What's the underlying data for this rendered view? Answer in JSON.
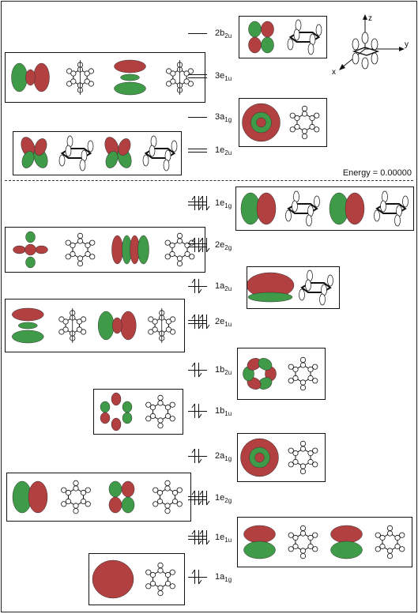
{
  "energy_label": "Energy = 0.00000",
  "axes": {
    "x": "x",
    "y": "y",
    "z": "z"
  },
  "colors": {
    "positive": "#b34040",
    "negative": "#3f9b48",
    "outline": "#111111"
  },
  "levels": [
    {
      "id": "2b2u",
      "name": "2b",
      "sub": "2u",
      "type": "virtual",
      "electrons": 0,
      "degenerate": false
    },
    {
      "id": "3e1u",
      "name": "3e",
      "sub": "1u",
      "type": "virtual",
      "electrons": 0,
      "degenerate": true
    },
    {
      "id": "3a1g",
      "name": "3a",
      "sub": "1g",
      "type": "virtual",
      "electrons": 0,
      "degenerate": false
    },
    {
      "id": "1e2u",
      "name": "1e",
      "sub": "2u",
      "type": "virtual",
      "electrons": 0,
      "degenerate": true
    },
    {
      "id": "1e1g",
      "name": "1e",
      "sub": "1g",
      "type": "occupied",
      "electrons": 4,
      "degenerate": true
    },
    {
      "id": "2e2g",
      "name": "2e",
      "sub": "2g",
      "type": "occupied",
      "electrons": 4,
      "degenerate": true
    },
    {
      "id": "1a2u",
      "name": "1a",
      "sub": "2u",
      "type": "occupied",
      "electrons": 2,
      "degenerate": false
    },
    {
      "id": "2e1u",
      "name": "2e",
      "sub": "1u",
      "type": "occupied",
      "electrons": 4,
      "degenerate": true
    },
    {
      "id": "1b2u",
      "name": "1b",
      "sub": "2u",
      "type": "occupied",
      "electrons": 2,
      "degenerate": false
    },
    {
      "id": "1b1u",
      "name": "1b",
      "sub": "1u",
      "type": "occupied",
      "electrons": 2,
      "degenerate": false
    },
    {
      "id": "2a1g",
      "name": "2a",
      "sub": "1g",
      "type": "occupied",
      "electrons": 2,
      "degenerate": false
    },
    {
      "id": "1e2g",
      "name": "1e",
      "sub": "2g",
      "type": "occupied",
      "electrons": 4,
      "degenerate": true
    },
    {
      "id": "1e1u",
      "name": "1e",
      "sub": "1u",
      "type": "occupied",
      "electrons": 4,
      "degenerate": true
    },
    {
      "id": "1a1g",
      "name": "1a",
      "sub": "1g",
      "type": "occupied",
      "electrons": 2,
      "degenerate": false
    }
  ]
}
